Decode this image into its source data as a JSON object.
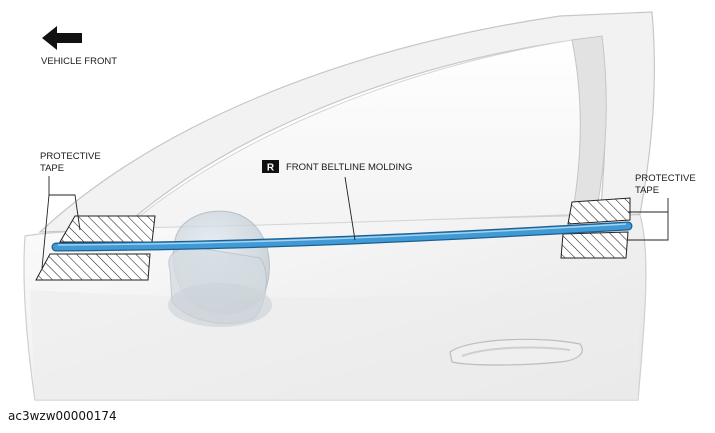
{
  "direction": {
    "label": "VEHICLE FRONT",
    "icon": "arrow-left-icon"
  },
  "left_tape": {
    "line1": "PROTECTIVE",
    "line2": "TAPE"
  },
  "right_tape": {
    "line1": "PROTECTIVE",
    "line2": "TAPE"
  },
  "molding": {
    "badge": "R",
    "label": "FRONT BELTLINE MOLDING",
    "color": "#3f9ad6"
  },
  "caption": "ac3wzw00000174"
}
